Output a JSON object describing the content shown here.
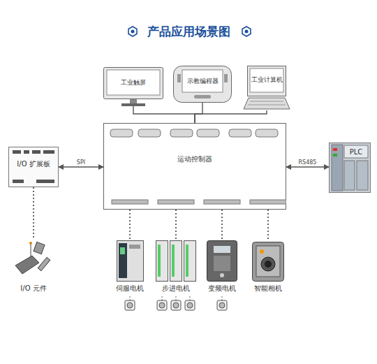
{
  "diagram": {
    "title": "产品应用场景图",
    "nodes": [
      {
        "text": [
          "工业触屏"
        ]
      },
      {
        "text": [
          "示教编程器"
        ]
      },
      {
        "text": [
          "工业计算机"
        ]
      },
      {
        "text": [
          "运动控制器"
        ]
      },
      {
        "text": [
          "I/O 扩展板"
        ]
      },
      {
        "text": [
          "PLC"
        ]
      },
      {
        "text": [
          "I/O 元件"
        ]
      },
      {
        "text": [
          "伺服电机"
        ]
      },
      {
        "text": [
          "步进电机"
        ]
      },
      {
        "text": [
          "变频电机"
        ]
      },
      {
        "text": [
          "智能相机"
        ]
      }
    ],
    "edges": [
      {
        "from": 0,
        "to": 3,
        "arrow": "none"
      },
      {
        "from": 1,
        "to": 3,
        "arrow": "none"
      },
      {
        "from": 2,
        "to": 3,
        "arrow": "none"
      },
      {
        "from": 4,
        "to": 3,
        "label": "SPI",
        "arrow": "both"
      },
      {
        "from": 3,
        "to": 5,
        "label": "RS485",
        "arrow": "both"
      },
      {
        "from": 4,
        "to": 6,
        "arrow": "none"
      },
      {
        "from": 3,
        "to": 7,
        "arrow": "none"
      },
      {
        "from": 3,
        "to": 8,
        "arrow": "none"
      },
      {
        "from": 3,
        "to": 9,
        "arrow": "none"
      },
      {
        "from": 3,
        "to": 10,
        "arrow": "none"
      }
    ]
  }
}
